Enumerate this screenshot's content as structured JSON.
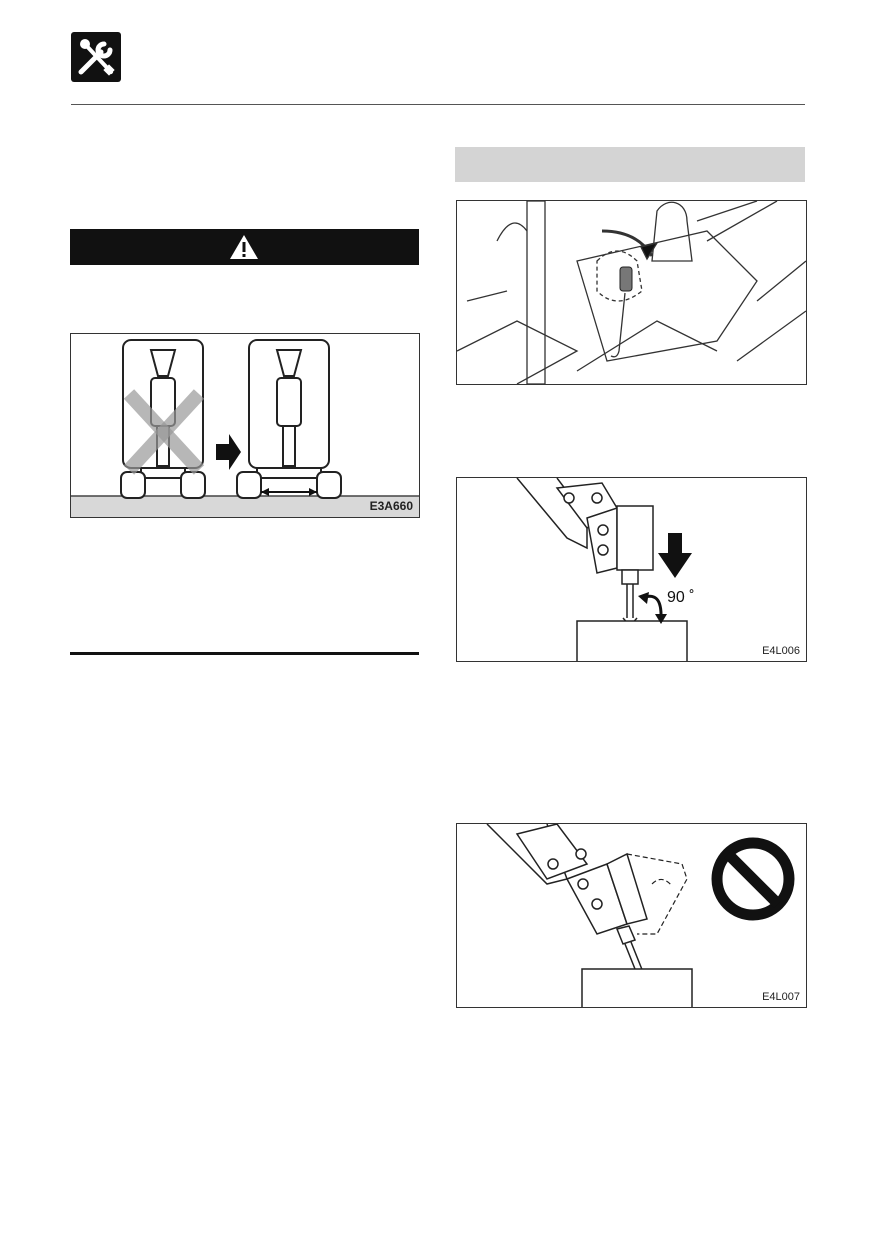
{
  "header": {
    "icon": "wrench-screwdriver-icon"
  },
  "warning": {
    "icon": "warning-triangle-icon"
  },
  "figures": {
    "outrigger": {
      "code": "E3A660",
      "icon": "track-width-arrow-icon"
    },
    "lever": {
      "code": ""
    },
    "breaker_right": {
      "code": "E4L006",
      "angle_label": "90 ˚"
    },
    "breaker_wrong": {
      "code": "E4L007",
      "icon": "prohibited-icon"
    }
  },
  "colors": {
    "dark": "#111111",
    "grey_bar": "#d4d4d4"
  }
}
